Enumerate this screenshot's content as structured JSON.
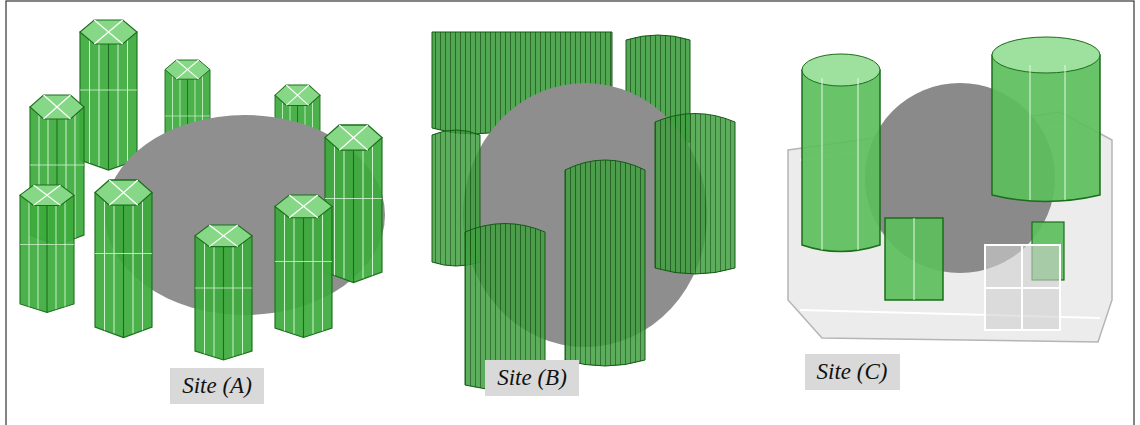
{
  "diagram": {
    "nodes": [
      {
        "text": [
          "Site (A)"
        ]
      },
      {
        "text": [
          "Site (B)"
        ]
      },
      {
        "text": [
          "Site (C)"
        ]
      }
    ]
  }
}
